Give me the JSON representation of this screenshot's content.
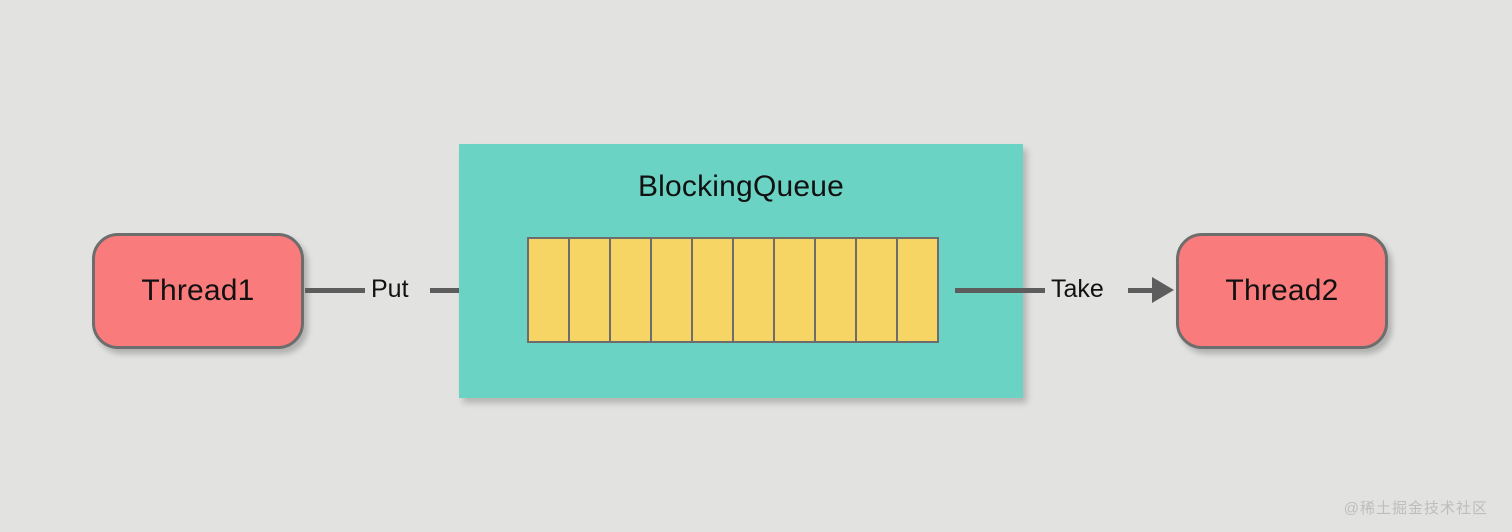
{
  "diagram": {
    "title": "BlockingQueue producer-consumer diagram",
    "background_color": "#e2e2e0",
    "producer": {
      "label": "Thread1",
      "fill_color": "#fa7b7b",
      "border_color": "#6d6d6d"
    },
    "consumer": {
      "label": "Thread2",
      "fill_color": "#fa7b7b",
      "border_color": "#6d6d6d"
    },
    "queue": {
      "label": "BlockingQueue",
      "fill_color": "#6bd3c4",
      "cell_color": "#f6d564",
      "cell_border_color": "#6d6d6d",
      "cell_count": 10,
      "cells": [
        "",
        "",
        "",
        "",
        "",
        "",
        "",
        "",
        "",
        ""
      ]
    },
    "edges": [
      {
        "label": "Put",
        "from": "Thread1",
        "to": "BlockingQueue",
        "direction": "right",
        "color": "#5d5d5d"
      },
      {
        "label": "Take",
        "from": "BlockingQueue",
        "to": "Thread2",
        "direction": "right",
        "color": "#5d5d5d"
      }
    ]
  },
  "watermark": {
    "text": "@稀土掘金技术社区",
    "color": "#bdbdbb"
  }
}
